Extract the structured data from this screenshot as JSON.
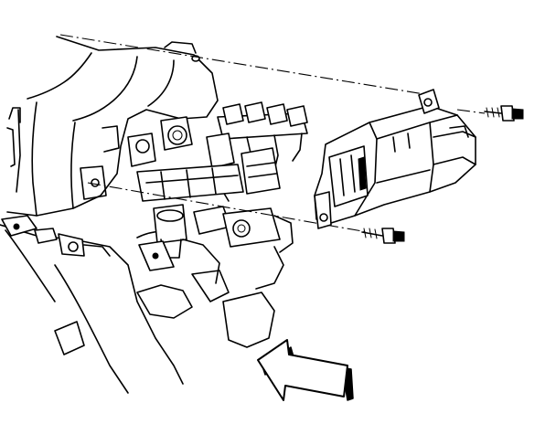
{
  "figure": {
    "kind": "exploded technical line drawing",
    "components": [
      "intake-manifold",
      "ignition-coil-wires",
      "ignition-control-module",
      "module-bolt-upper",
      "module-bolt-lower",
      "direction-arrow"
    ],
    "colors": {
      "line": "#000000",
      "background": "#ffffff"
    }
  }
}
